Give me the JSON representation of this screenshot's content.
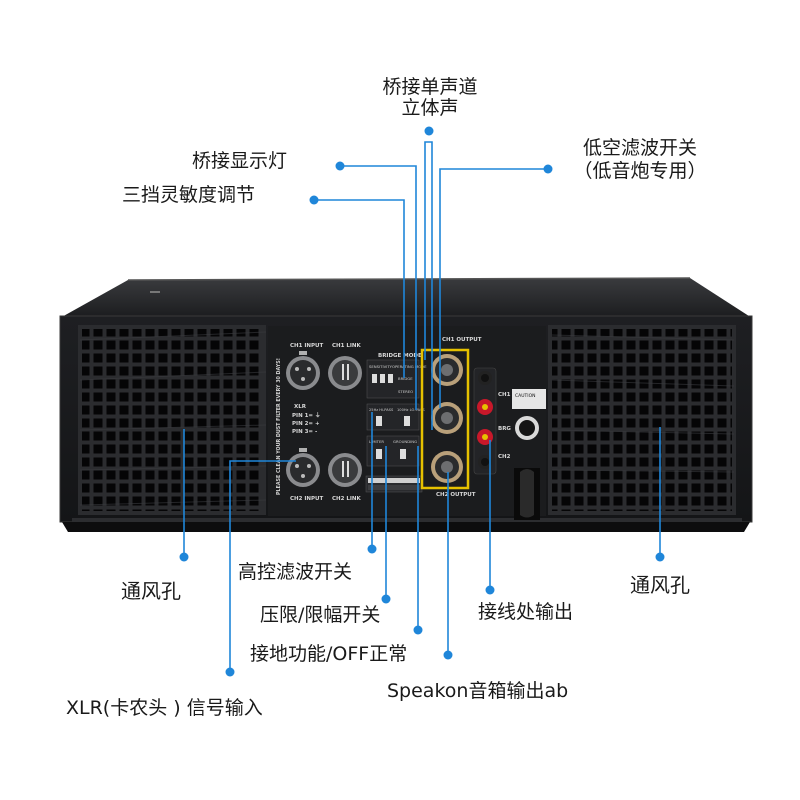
{
  "labels": {
    "bridge_mode_line1": "桥接单声道",
    "bridge_mode_line2": "立体声",
    "bridge_indicator": "桥接显示灯",
    "sensitivity": "三挡灵敏度调节",
    "low_cut_line1": "低空滤波开关",
    "low_cut_line2": "（低音炮专用）",
    "vent_left": "通风孔",
    "vent_right": "通风孔",
    "high_pass": "高控滤波开关",
    "limiter": "压限/限幅开关",
    "ground": "接地功能/OFF正常",
    "binding_post": "接线处输出",
    "speakon": "Speakon音箱输出ab",
    "xlr": "XLR(卡农头 ) 信号输入"
  },
  "panel": {
    "ch1_input": "CH1 INPUT",
    "ch1_link": "CH1 LINK",
    "ch2_input": "CH2 INPUT",
    "ch2_link": "CH2 LINK",
    "bridge_mode": "BRIDGE MODE",
    "xlr": "XLR",
    "pin1": "PIN 1= ⏚",
    "pin2": "PIN 2= +",
    "pin3": "PIN 3= -",
    "filter_notice": "PLEASE CLEAN YOUR DUST FILTER EVERY 30 DAYS!",
    "ch1_output": "CH1 OUTPUT",
    "ch2_output": "CH2 OUTPUT",
    "ch1": "CH1",
    "brg": "BRG",
    "ch2": "CH2",
    "caution": "CAUTION",
    "sensitivity": "SENSITIVITY",
    "operating_mode": "OPERATING MODE",
    "hpf": "25Hz Hi-PASS",
    "lpf": "100Hz LO-PASS",
    "limiter": "LIMITER",
    "grounding": "GROUNDING",
    "bridge": "BRIDGE",
    "stereo": "STEREO"
  },
  "colors": {
    "callout": "#1f86d9",
    "chassis": "#18191b",
    "highlight": "#e6c100"
  }
}
